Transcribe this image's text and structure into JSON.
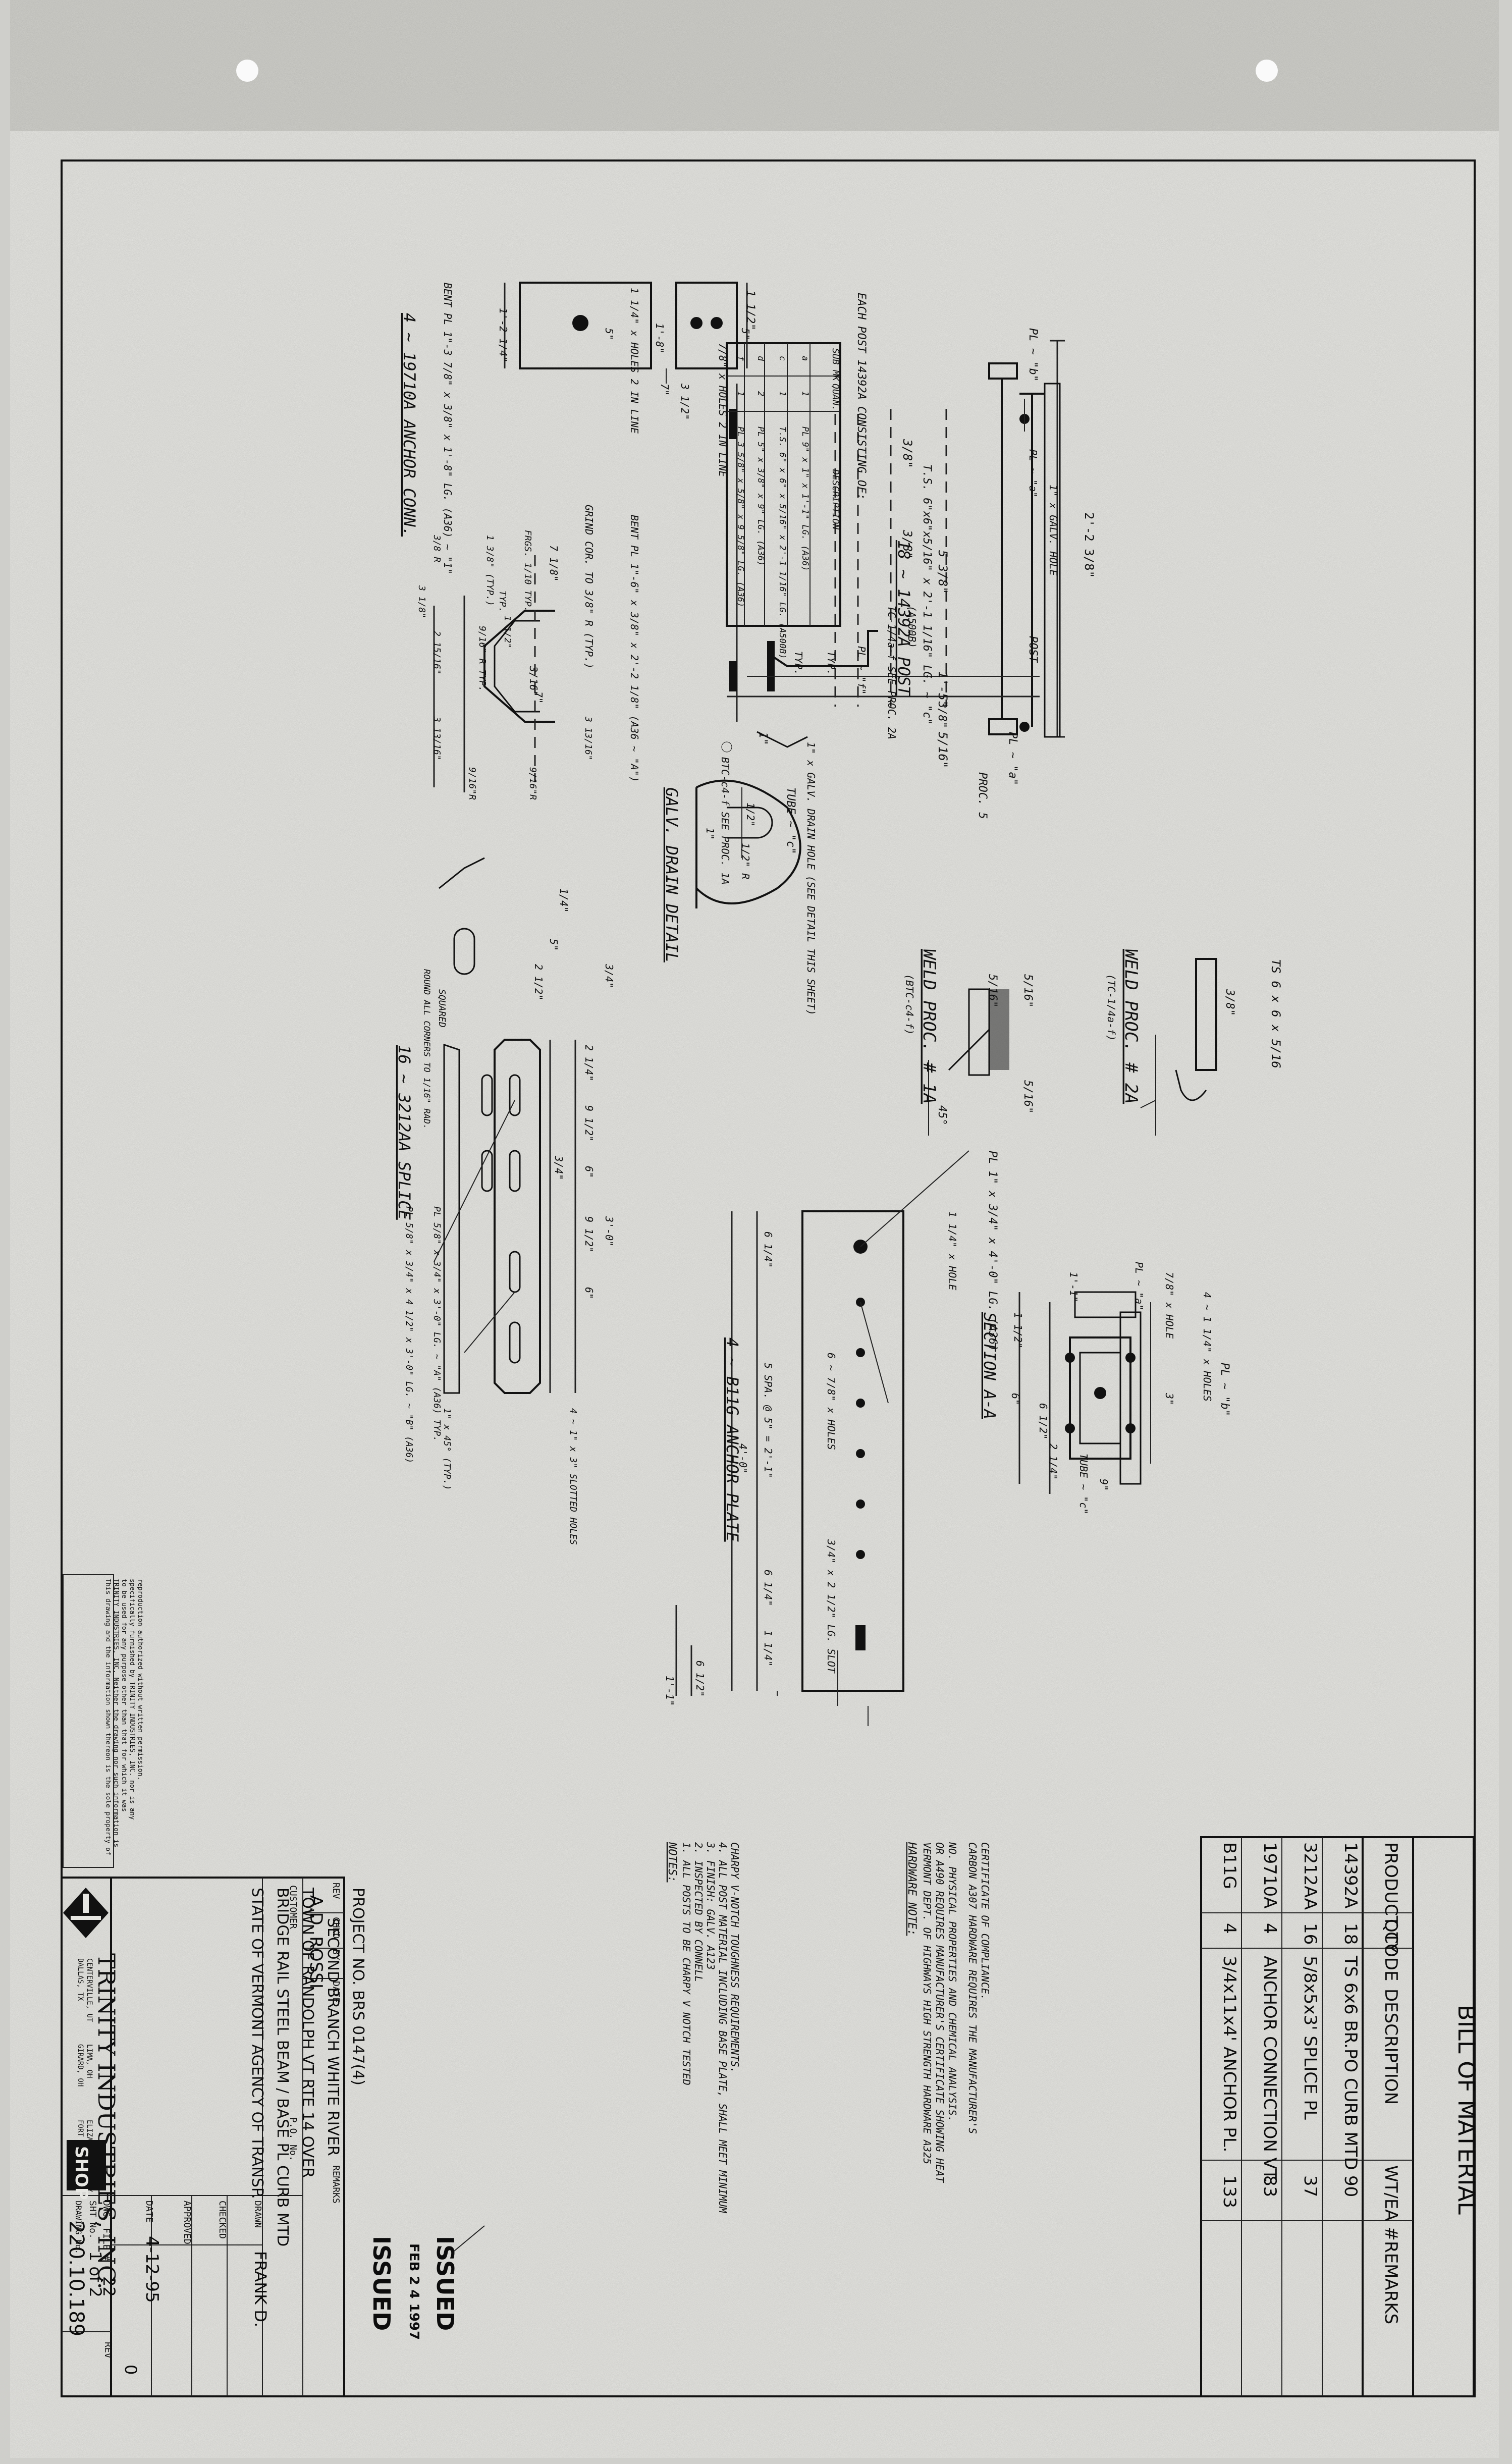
{
  "bom": {
    "title": "BILL OF MATERIAL",
    "headers": [
      "PRODUCT CODE",
      "QTY",
      "DESCRIPTION",
      "WT/EA #",
      "REMARKS"
    ],
    "rows": [
      {
        "code": "14392A",
        "qty": "18",
        "desc": "TS 6x6 BR.PO CURB MTD",
        "wt": "90",
        "rem": ""
      },
      {
        "code": "3212AA",
        "qty": "16",
        "desc": "5/8x5x3' SPLICE PL",
        "wt": "37",
        "rem": ""
      },
      {
        "code": "19710A",
        "qty": "4",
        "desc": "ANCHOR CONNECTION VT.",
        "wt": "83",
        "rem": ""
      },
      {
        "code": "B11G",
        "qty": "4",
        "desc": "3/4x11x4' ANCHOR PL.",
        "wt": "133",
        "rem": ""
      }
    ]
  },
  "hardware_note": {
    "title": "HARDWARE NOTE:",
    "lines": [
      "VERMONT DEPT. OF HIGHWAYS HIGH STRENGTH HARDWARE A325",
      "OR A490 REQUIRES MANUFACTURER'S CERTIFICATE SHOWING HEAT",
      "NO. PHYSICAL PROPERTIES AND CHEMICAL ANALYSIS.",
      "CARBON A307 HARDWARE REQUIRES THE MANUFACTURER'S",
      "CERTIFICATE OF COMPLIANCE."
    ]
  },
  "notes": {
    "title": "NOTES:",
    "lines": [
      "1. ALL POSTS TO BE CHARPY V NOTCH TESTED",
      "2. INSPECTED BY CONNELL",
      "3. FINISH: GALV. A123",
      "4. ALL POST MATERIAL INCLUDING BASE PLATE, SHALL MEET MINIMUM",
      "   CHARPY V-NOTCH TOUGHNESS REQUIREMENTS."
    ]
  },
  "stamps": [
    "ISSUED",
    "FEB 2 4 1997",
    "ISSUED"
  ],
  "disclaimer": "This drawing and the information shown thereon is the sole property of TRINITY INDUSTRIES, INC. Neither the drawing nor such information is to be used for any purpose other than that for which it was specifically furnished by TRINITY INDUSTRIES, INC. nor is any reproduction authorized without written permission.",
  "titleblock": {
    "rev_labels": [
      "REV",
      "CHKD",
      "BY",
      "DATE",
      "REMARKS"
    ],
    "customer_label": "CUSTOMER",
    "po_label": "P.O. No.",
    "customer": "A.D. ROSSI",
    "desc_lines": [
      "STATE OF VERMONT AGENCY OF TRANSP.",
      "BRIDGE RAIL STEEL BEAM / BASE PL CURB MTD",
      "TOWN OF RANDOLPH VT RTE 14 OVER",
      "SECOND BRANCH WHITE RIVER",
      "PROJECT NO. BRS 0147(4)"
    ],
    "drawn_label": "DRAWN",
    "drawn": "FRANK D.",
    "checked_label": "CHECKED",
    "approved_label": "APPROVED",
    "date_label": "DATE",
    "date": "4-12-95",
    "file_label": "DWG. FILE #",
    "file": "22",
    "sheet_label": "SHT No.",
    "sheet": "1 of 2",
    "drawing_label": "DRAWING No.",
    "drawing": "220.10.189",
    "revno_label": "REV",
    "revno": "0",
    "company": "TRINITY INDUSTRIES, INC.",
    "logo": "SHOP",
    "cities": [
      "DALLAS, TX",
      "CENTERVILLE, UT",
      "GIRARD, OH",
      "LIMA, OH",
      "FORT WORTH, TX",
      "ELIZABETHTOWN, KY"
    ]
  },
  "views": {
    "post": {
      "title": "18 ~ 14392A POST",
      "dims": [
        "2'-2 3/8\"",
        "5 3/8\"",
        "1'-5\"",
        "3/8\"",
        "3/8\"",
        "5/16\"",
        "3/16\"",
        "1\"",
        "3/8\""
      ],
      "labels": [
        "PL ~ \"b\"",
        "1\" x GALV. HOLE",
        "PL ~ \"a\"",
        "POST",
        "PL ~ \"a\"",
        "T.S. 6\"x6\"x5/16\" x 2'-1 1/16\" LG. ~ \"c\"",
        "(A500B)",
        "TC-1/4a-f SEE PROC. 2A",
        "PL ~ \"f\"",
        "TYP.",
        "1\" x GALV. DRAIN HOLE (SEE DETAIL THIS SHEET)",
        "BTC-c4-f SEE PROC. 1A",
        "PROC. 5",
        "TYP."
      ]
    },
    "post_table": {
      "caption": "EACH POST 14392A CONSISTING OF:",
      "headers": [
        "SUB MK",
        "QUAN.",
        "DESCRIPTION"
      ],
      "rows": [
        [
          "a",
          "1",
          "PL 9\" x 1\" x 1'-1\" LG. (A36)"
        ],
        [
          "c",
          "1",
          "T.S. 6\" x 6\" x 5/16\" x 2'-1 1/16\" LG. (A500B)"
        ],
        [
          "d",
          "2",
          "PL 5\" x 3/8\" x 9\" LG. (A36)"
        ],
        [
          "f",
          "1",
          "PL 3 5/8\" x 5/8\" x 9 5/8\" LG. (A36)"
        ]
      ]
    },
    "weld2a": {
      "title": "WELD PROC. # 2A",
      "sub": "(TC-1/4a-f)",
      "top": "TS 6 x 6 x 5/16",
      "dim": "3/8\""
    },
    "weld1a": {
      "title": "WELD PROC. # 1A",
      "sub": "(BTC-c4-f)",
      "dims": [
        "5/16\"",
        "5/16\"",
        "5/16\"",
        "45°"
      ]
    },
    "galv": {
      "title": "GALV. DRAIN DETAIL",
      "labels": [
        "TUBE ~ \"c\"",
        "1/2\"",
        "1/2\" R",
        "1\""
      ]
    },
    "section": {
      "title": "SECTION A-A",
      "labels": [
        "PL ~ \"b\"",
        "4 ~ 1 1/4\" x HOLES",
        "7/8\" x HOLE",
        "PL ~ \"a\"",
        "TUBE ~ \"c\"",
        "6 1/2\"",
        "1'-1\"",
        "2 1/4\"",
        "1 1/2\"",
        "6\"",
        "3\"",
        "9\""
      ]
    },
    "anchor_plate": {
      "title": "4 ~ B11G ANCHOR PLATE",
      "labels": [
        "PL 1\" x 3/4\" x 4'-0\" LG. (A36)",
        "1 1/4\" x HOLE",
        "6 ~ 7/8\" x HOLES",
        "3/4\" x 2 1/2\" LG. SLOT",
        "6 1/4\"",
        "5 SPA. @ 5\" = 2'-1\"",
        "4'-0\"",
        "6 1/4\"",
        "1 1/4\"",
        "6 1/2\"",
        "1'-1\""
      ]
    },
    "anchor_conn": {
      "title": "4 ~ 19710A ANCHOR CONN.",
      "labels": [
        "1 1/2\"",
        "5\"",
        "1'-8\"",
        "5\"",
        "3 1/2\"",
        "7\"",
        "1'-2 1/4\"",
        "1 1/4\" x HOLES 2 IN LINE",
        "7/8\" x HOLES 2 IN LINE",
        "BENT PL 1\"-3 7/8\" x 3/8\" x 1'-8\" LG. (A36) ~ \"1\"",
        "BENT PL 1\"-6\" x 3/8\" x 2'-2 1/8\" (A36 ~ \"A\")",
        "GRIND COR. TO 3/8\" R (TYP.)",
        "7 1/8\"",
        "7\"",
        "3/16\"",
        "1 1/2\"",
        "TYP.",
        "FRGS. 1/10 TYP.",
        "1 3/8\" (TYP.)",
        "9/16\" R TYP.",
        "3/8 R",
        "3 1/8\"",
        "2 15/16\"",
        "3 13/16\"",
        "3 13/16\"",
        "9/16\"R",
        "9/16\"R"
      ]
    },
    "splice": {
      "title": "16 ~ 3212AA SPLICE",
      "labels": [
        "1/4\"",
        "5\"",
        "2 1/2\"",
        "3/4\"",
        "2 1/4\"",
        "9 1/2\"",
        "6\"",
        "3/4\"",
        "9 1/2\"",
        "6\"",
        "3'-0\"",
        "PL 5/8\" x 3/4\" x 3'-0\" LG. ~ \"A\" (A36) TYP.",
        "PL 5/8\" x 3/4\" x 4 1/2\" x 3'-0\" LG. ~ \"B\" (A36)",
        "4 ~ 1\" x 3\" SLOTTED HOLES",
        "ROUND ALL CORNERS TO 1/16\" RAD.",
        "SQUARED",
        "1\" x 45° (TYP.)"
      ]
    }
  }
}
